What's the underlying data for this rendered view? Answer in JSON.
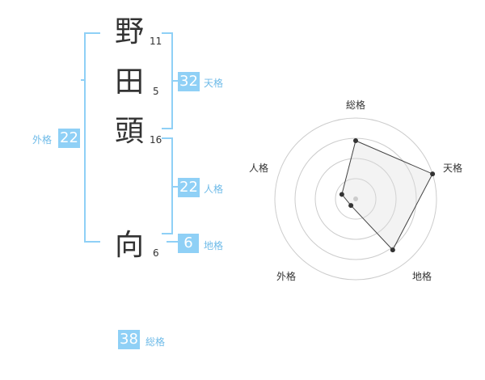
{
  "characters": [
    {
      "char": "野",
      "strokes": "11"
    },
    {
      "char": "田",
      "strokes": "5"
    },
    {
      "char": "頭",
      "strokes": "16"
    },
    {
      "char": "向",
      "strokes": "6"
    }
  ],
  "tenkaku": {
    "value": "32",
    "label": "天格"
  },
  "jinkaku": {
    "value": "22",
    "label": "人格"
  },
  "chikaku": {
    "value": "6",
    "label": "地格"
  },
  "gaikaku": {
    "value": "22",
    "label": "外格"
  },
  "soukaku": {
    "value": "38",
    "label": "総格"
  },
  "colors": {
    "accent": "#8fd0f6",
    "label": "#6fbbe8",
    "text": "#333333"
  },
  "chart_data": {
    "type": "radar",
    "axes": [
      "総格",
      "天格",
      "地格",
      "外格",
      "人格"
    ],
    "values": [
      0.72,
      1.0,
      0.78,
      0.1,
      0.18
    ],
    "rings": 4
  }
}
